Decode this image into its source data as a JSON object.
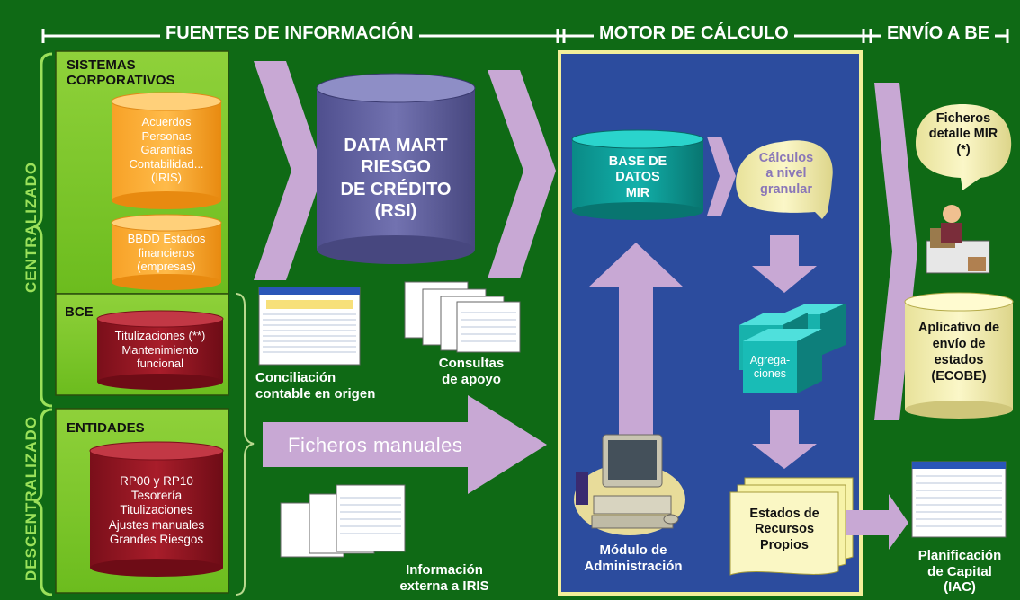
{
  "header": {
    "fuentes": "FUENTES DE INFORMACIÓN",
    "motor": "MOTOR DE CÁLCULO",
    "envio": "ENVÍO A BE"
  },
  "side": {
    "centralizado": "CENTRALIZADO",
    "descentralizado": "DESCENTRALIZADO"
  },
  "left": {
    "sistemas_title": "SISTEMAS\nCORPORATIVOS",
    "acuerdos": "Acuerdos\nPersonas\nGarantías\nContabilidad...\n(IRIS)",
    "bbdd": "BBDD Estados\nfinancieros\n(empresas)",
    "bce_title": "BCE",
    "bce_items": "Titulizaciones (**)\nMantenimiento\nfuncional",
    "entidades_title": "ENTIDADES",
    "entidades_items": "RP00 y RP10\nTesorería\nTitulizaciones\nAjustes manuales\nGrandes Riesgos"
  },
  "center": {
    "datamart": "DATA MART\nRIESGO\nDE CRÉDITO\n(RSI)",
    "conciliacion": "Conciliación\ncontable en origen",
    "consultas": "Consultas\nde apoyo",
    "ficheros_manuales": "Ficheros  manuales",
    "info_externa": "Información\nexterna a IRIS"
  },
  "motor": {
    "base_datos": "BASE DE\nDATOS\nMIR",
    "calculos": "Cálculos\na nivel\ngranular",
    "agregaciones": "Agrega-\nciones",
    "estados": "Estados de\nRecursos\nPropios",
    "modulo": "Módulo de\nAdministración"
  },
  "envio": {
    "ficheros_detalle": "Ficheros\ndetalle MIR\n(*)",
    "ecobe": "Aplicativo de\nenvío de\nestados\n(ECOBE)",
    "planificacion": "Planificación\nde Capital\n(IAC)"
  },
  "colors": {
    "background": "#0f6a15",
    "motor_panel": "#2c4c9e",
    "arrows": "#c8a8d4",
    "side_labels": "#9be15a"
  }
}
